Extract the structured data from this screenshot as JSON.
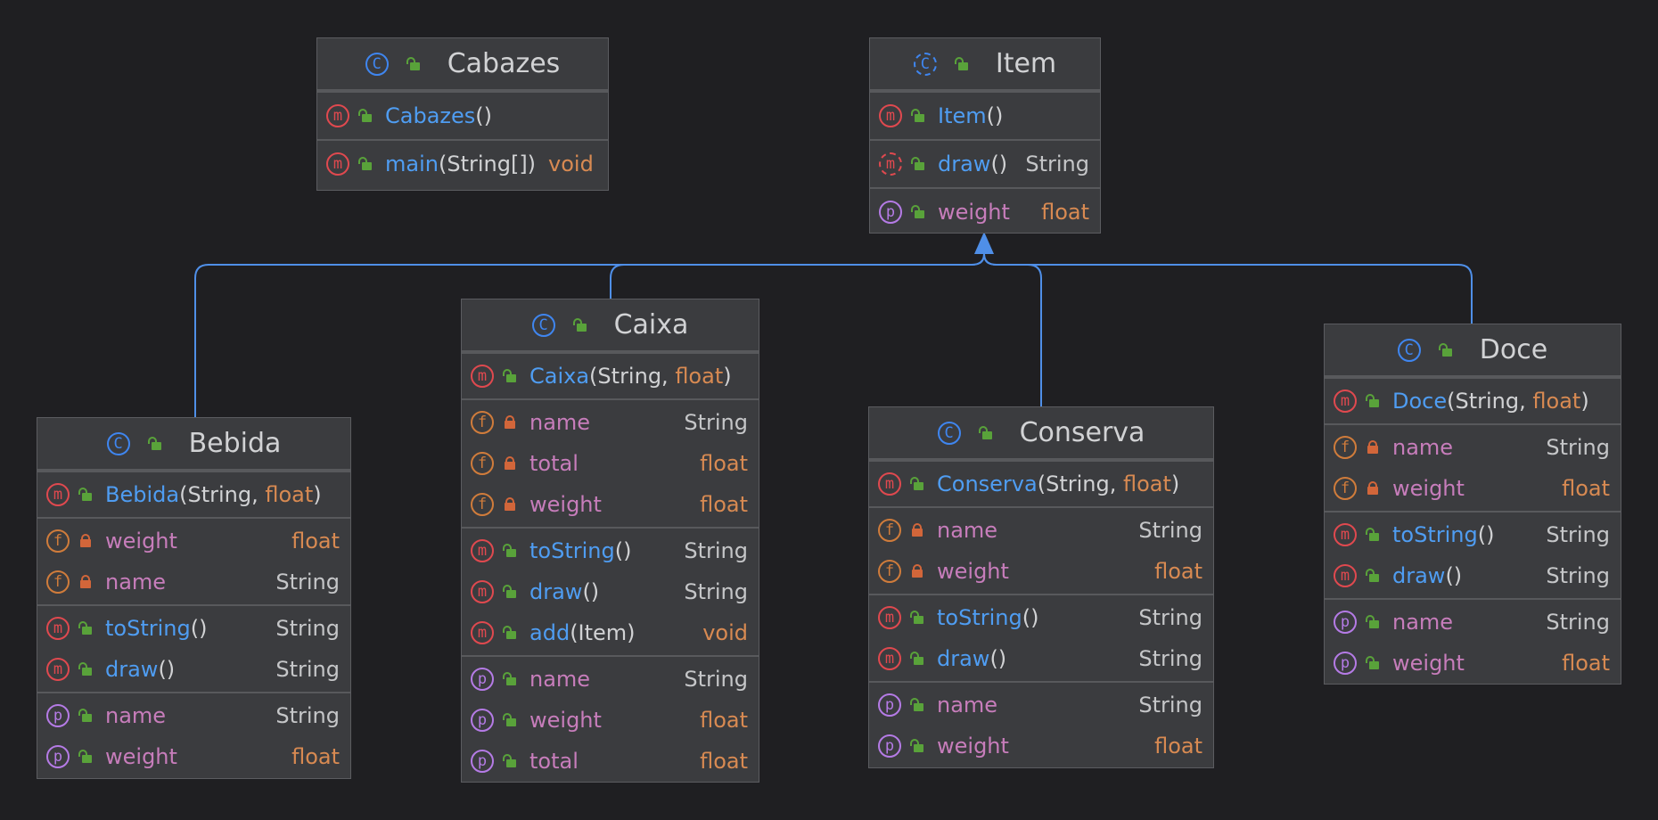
{
  "classes": {
    "cabazes": {
      "name": "Cabazes",
      "methods": [
        {
          "name": "Cabazes",
          "params": "()",
          "type": ""
        },
        {
          "name": "main",
          "params": "(String[])",
          "type": "void"
        }
      ]
    },
    "item": {
      "name": "Item",
      "methods": [
        {
          "name": "Item",
          "params": "()",
          "type": ""
        },
        {
          "name": "draw",
          "params": "()",
          "type": "String"
        }
      ],
      "properties": [
        {
          "name": "weight",
          "type": "float"
        }
      ]
    },
    "bebida": {
      "name": "Bebida",
      "constructor": {
        "name": "Bebida",
        "open": "(",
        "arg1": "String",
        "sep": ", ",
        "arg2": "float",
        "close": ")"
      },
      "fields": [
        {
          "name": "weight",
          "type": "float"
        },
        {
          "name": "name",
          "type": "String"
        }
      ],
      "methods": [
        {
          "name": "toString",
          "params": "()",
          "type": "String"
        },
        {
          "name": "draw",
          "params": "()",
          "type": "String"
        }
      ],
      "properties": [
        {
          "name": "name",
          "type": "String"
        },
        {
          "name": "weight",
          "type": "float"
        }
      ]
    },
    "caixa": {
      "name": "Caixa",
      "constructor": {
        "name": "Caixa",
        "open": "(",
        "arg1": "String",
        "sep": ", ",
        "arg2": "float",
        "close": ")"
      },
      "fields": [
        {
          "name": "name",
          "type": "String"
        },
        {
          "name": "total",
          "type": "float"
        },
        {
          "name": "weight",
          "type": "float"
        }
      ],
      "methods": [
        {
          "name": "toString",
          "params": "()",
          "type": "String"
        },
        {
          "name": "draw",
          "params": "()",
          "type": "String"
        },
        {
          "name": "add",
          "params": "(Item)",
          "type": "void"
        }
      ],
      "properties": [
        {
          "name": "name",
          "type": "String"
        },
        {
          "name": "weight",
          "type": "float"
        },
        {
          "name": "total",
          "type": "float"
        }
      ]
    },
    "conserva": {
      "name": "Conserva",
      "constructor": {
        "name": "Conserva",
        "open": "(",
        "arg1": "String",
        "sep": ", ",
        "arg2": "float",
        "close": ")"
      },
      "fields": [
        {
          "name": "name",
          "type": "String"
        },
        {
          "name": "weight",
          "type": "float"
        }
      ],
      "methods": [
        {
          "name": "toString",
          "params": "()",
          "type": "String"
        },
        {
          "name": "draw",
          "params": "()",
          "type": "String"
        }
      ],
      "properties": [
        {
          "name": "name",
          "type": "String"
        },
        {
          "name": "weight",
          "type": "float"
        }
      ]
    },
    "doce": {
      "name": "Doce",
      "constructor": {
        "name": "Doce",
        "open": "(",
        "arg1": "String",
        "sep": ", ",
        "arg2": "float",
        "close": ")"
      },
      "fields": [
        {
          "name": "name",
          "type": "String"
        },
        {
          "name": "weight",
          "type": "float"
        }
      ],
      "methods": [
        {
          "name": "toString",
          "params": "()",
          "type": "String"
        },
        {
          "name": "draw",
          "params": "()",
          "type": "String"
        }
      ],
      "properties": [
        {
          "name": "name",
          "type": "String"
        },
        {
          "name": "weight",
          "type": "float"
        }
      ]
    }
  },
  "icons": {
    "class": "C",
    "method": "m",
    "field": "f",
    "property": "p"
  },
  "colors": {
    "background": "#1f1f22",
    "node_fill": "#3b3c3f",
    "edge": "#4f8fe8",
    "method_name": "#4f9df2",
    "field_name": "#c77dbb",
    "primitive_type": "#d88a52"
  }
}
